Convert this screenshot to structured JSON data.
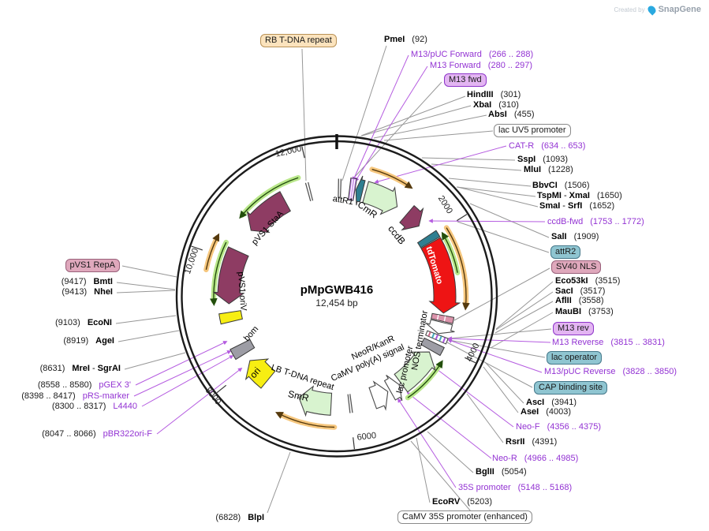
{
  "watermark": {
    "created_by": "Created by",
    "brand": "SnapGene"
  },
  "title": {
    "name": "pMpGWB416",
    "size": "12,454 bp"
  },
  "ticks": {
    "t2000": "2000",
    "t4000": "4000",
    "t6000": "6000",
    "t8000": "8000",
    "t10000": "10,000",
    "t12000": "12,000"
  },
  "features": {
    "attr1": "attR1",
    "cmr": "CmR",
    "ccdb": "ccdB",
    "tdtomato": "tdTomato",
    "nos": "NOS terminator",
    "lacp": "lac promoter",
    "neor": "NeoR/KanR",
    "camv_polya": "CaMV poly(A) signal",
    "lb": "LB T-DNA repeat",
    "smr": "SmR",
    "ori": "ori",
    "bom": "bom",
    "pvs1_oriv": "pVS1 oriV",
    "pvs1_staa": "pVS1 StaA"
  },
  "boxed": {
    "rb": "RB T-DNA repeat",
    "m13fwd": "M13 fwd",
    "lacuv5": "lac UV5 promoter",
    "attr2": "attR2",
    "sv40": "SV40 NLS",
    "m13rev": "M13 rev",
    "lacop": "lac operator",
    "cap": "CAP binding site",
    "camv35s": "CaMV 35S promoter (enhanced)",
    "pvs1repa": "pVS1 RepA"
  },
  "enzymes": {
    "pmei": {
      "name": "PmeI",
      "pos": "(92)"
    },
    "hindiii": {
      "name": "HindIII",
      "pos": "(301)"
    },
    "xbai": {
      "name": "XbaI",
      "pos": "(310)"
    },
    "absi": {
      "name": "AbsI",
      "pos": "(455)"
    },
    "sspi": {
      "name": "SspI",
      "pos": "(1093)"
    },
    "mlui": {
      "name": "MluI",
      "pos": "(1228)"
    },
    "bbvci": {
      "name": "BbvCI",
      "pos": "(1506)"
    },
    "tspmi_xmai": {
      "name": "TspMI",
      "dash": "-",
      "name2": "XmaI",
      "pos": "(1650)"
    },
    "smai_srfi": {
      "name": "SmaI",
      "dash": "-",
      "name2": "SrfI",
      "pos": "(1652)"
    },
    "sali": {
      "name": "SalI",
      "pos": "(1909)"
    },
    "eco53ki": {
      "name": "Eco53kI",
      "pos": "(3515)"
    },
    "saci": {
      "name": "SacI",
      "pos": "(3517)"
    },
    "aflii": {
      "name": "AflII",
      "pos": "(3558)"
    },
    "maubi": {
      "name": "MauBI",
      "pos": "(3753)"
    },
    "asci": {
      "name": "AscI",
      "pos": "(3941)"
    },
    "asei": {
      "name": "AseI",
      "pos": "(4003)"
    },
    "rsrii": {
      "name": "RsrII",
      "pos": "(4391)"
    },
    "bglii": {
      "name": "BglII",
      "pos": "(5054)"
    },
    "ecorv": {
      "name": "EcoRV",
      "pos": "(5203)"
    },
    "blpi": {
      "pos": "(6828)",
      "name": "BlpI"
    },
    "bmti": {
      "pos": "(9417)",
      "name": "BmtI"
    },
    "nhei": {
      "pos": "(9413)",
      "name": "NheI"
    },
    "econi": {
      "pos": "(9103)",
      "name": "EcoNI"
    },
    "agei": {
      "pos": "(8919)",
      "name": "AgeI"
    },
    "mrei_sgrai": {
      "pos": "(8631)",
      "name": "MreI",
      "dash": "-",
      "name2": "SgrAI"
    }
  },
  "primers": {
    "m13puc_f": {
      "name": "M13/pUC Forward",
      "pos": "(266 .. 288)"
    },
    "m13_f": {
      "name": "M13 Forward",
      "pos": "(280 .. 297)"
    },
    "cat_r": {
      "name": "CAT-R",
      "pos": "(634 .. 653)"
    },
    "ccdb_fwd": {
      "name": "ccdB-fwd",
      "pos": "(1753 .. 1772)"
    },
    "m13_rev": {
      "name": "M13 Reverse",
      "pos": "(3815 .. 3831)"
    },
    "m13puc_rev": {
      "name": "M13/pUC Reverse",
      "pos": "(3828 .. 3850)"
    },
    "neo_f": {
      "name": "Neo-F",
      "pos": "(4356 .. 4375)"
    },
    "neo_r": {
      "name": "Neo-R",
      "pos": "(4966 .. 4985)"
    },
    "p35s": {
      "name": "35S promoter",
      "pos": "(5148 .. 5168)"
    },
    "pgex3": {
      "pos": "(8558 .. 8580)",
      "name": "pGEX 3'"
    },
    "prs": {
      "pos": "(8398 .. 8417)",
      "name": "pRS-marker"
    },
    "l4440": {
      "pos": "(8300 .. 8317)",
      "name": "L4440"
    },
    "pbr322": {
      "pos": "(8047 .. 8066)",
      "name": "pBR322ori-F"
    }
  }
}
